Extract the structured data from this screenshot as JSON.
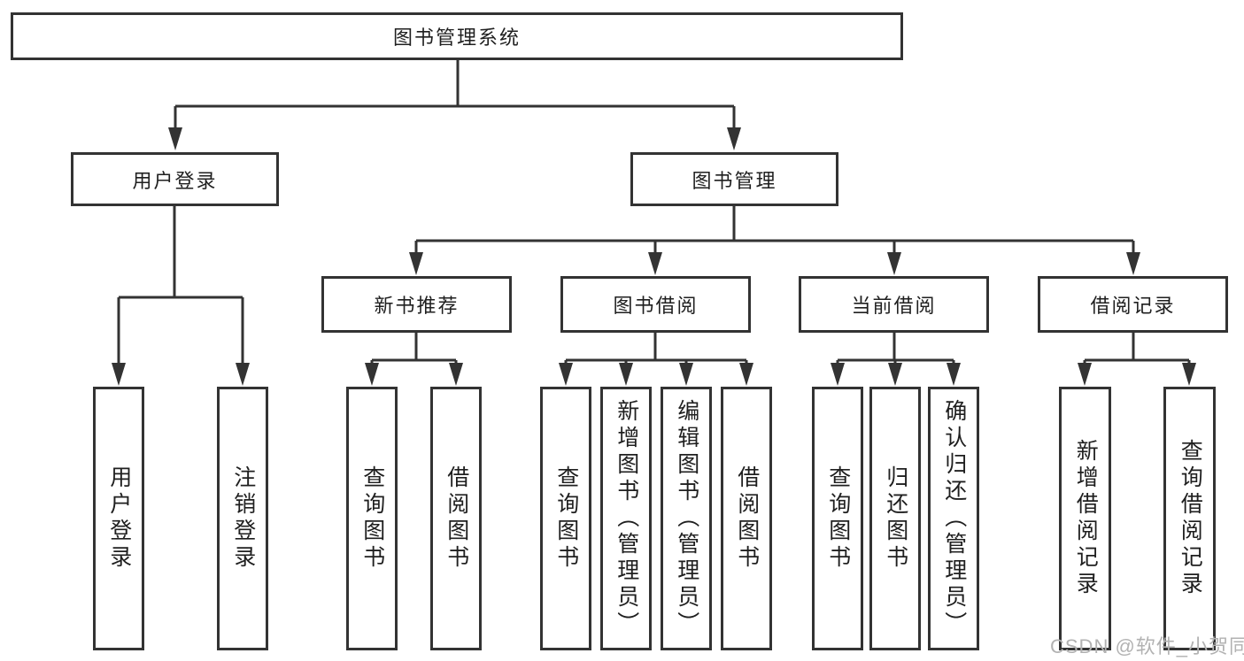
{
  "diagram": {
    "root": "图书管理系统",
    "branches": [
      {
        "label": "用户登录",
        "children": [
          "用户登录",
          "注销登录"
        ]
      },
      {
        "label": "图书管理",
        "groups": [
          {
            "label": "新书推荐",
            "children": [
              "查询图书",
              "借阅图书"
            ]
          },
          {
            "label": "图书借阅",
            "children": [
              "查询图书",
              "新增图书（管理员）",
              "编辑图书（管理员）",
              "借阅图书"
            ]
          },
          {
            "label": "当前借阅",
            "children": [
              "查询图书",
              "归还图书",
              "确认归还（管理员）"
            ]
          },
          {
            "label": "借阅记录",
            "children": [
              "新增借阅记录",
              "查询借阅记录"
            ]
          }
        ]
      }
    ],
    "colors": {
      "line": "#333333",
      "text": "#1f1f1f",
      "watermark": "#b2b2b2",
      "background": "#ffffff"
    }
  },
  "watermark": {
    "text": "CSDN @软件_小贺同学"
  }
}
